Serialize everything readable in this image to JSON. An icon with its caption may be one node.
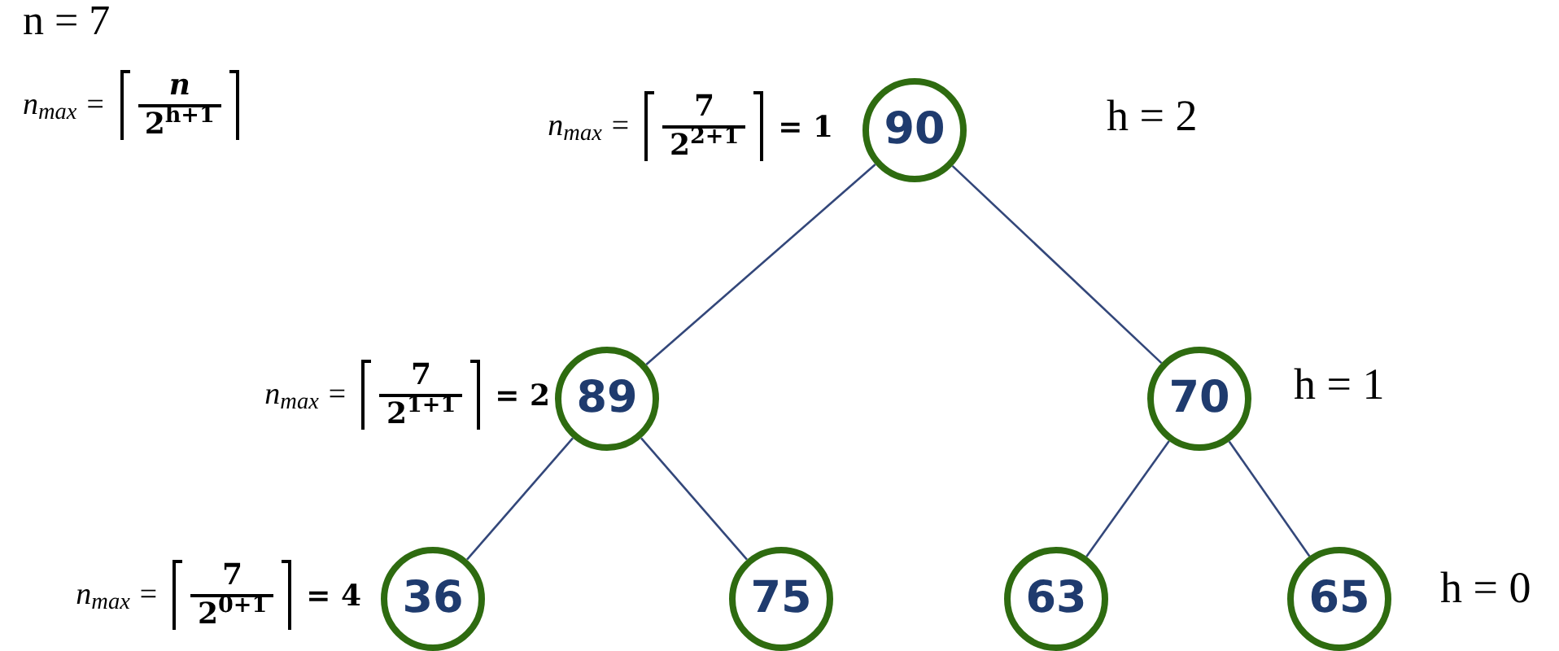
{
  "diagram": {
    "nodes": [
      {
        "text": [
          "90"
        ],
        "beside": [
          "n$_{max}$ =",
          "7",
          "2$^{2+1}$",
          "= 1"
        ]
      },
      {
        "text": [
          "89"
        ],
        "beside": [
          "n$_{max}$ =",
          "7",
          "2$^{1+1}$",
          "= 2"
        ]
      },
      {
        "text": [
          "70"
        ]
      },
      {
        "text": [
          "36"
        ],
        "beside": [
          "n$_{max}$ =",
          "7",
          "2$^{0+1}$",
          "= 4"
        ]
      },
      {
        "text": [
          "75"
        ]
      },
      {
        "text": [
          "63"
        ]
      },
      {
        "text": [
          "65"
        ]
      }
    ],
    "edges": [
      {
        "from": 0,
        "to": 1,
        "arrow": "none"
      },
      {
        "from": 0,
        "to": 2,
        "arrow": "none"
      },
      {
        "from": 1,
        "to": 3,
        "arrow": "none"
      },
      {
        "from": 1,
        "to": 4,
        "arrow": "none"
      },
      {
        "from": 2,
        "to": 5,
        "arrow": "none"
      },
      {
        "from": 2,
        "to": 6,
        "arrow": "none"
      }
    ],
    "labels": [
      "n = 7",
      "n$_{max}$ =",
      "*n*",
      "2$^{h+1}$",
      "h = 2",
      "h = 1",
      "h = 0"
    ]
  }
}
